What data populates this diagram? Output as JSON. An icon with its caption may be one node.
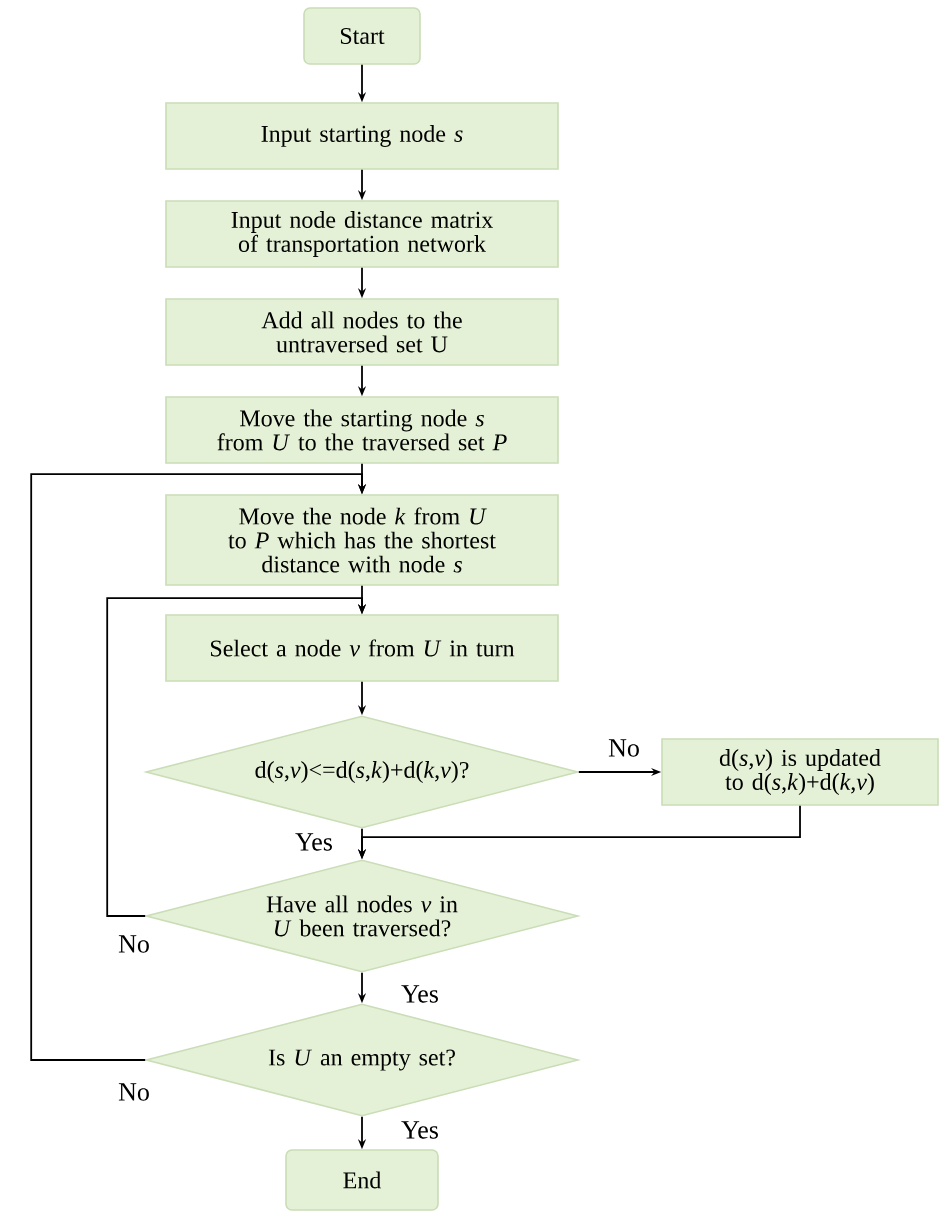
{
  "diagram": {
    "nodes": [
      {
        "text": [
          "Start"
        ]
      },
      {
        "text": [
          "Input  starting node *s*"
        ]
      },
      {
        "text": [
          "Input  node distance matrix of transportation network"
        ]
      },
      {
        "text": [
          "Add all nodes to the untraversed set U"
        ]
      },
      {
        "text": [
          "Move the starting node *s* from *U* to the traversed set *P*"
        ]
      },
      {
        "text": [
          "Move the node *k* from *U* to *P* which has the shortest distance with node *s*"
        ]
      },
      {
        "text": [
          "Select a node *v* from *U* in turn"
        ]
      },
      {
        "text": [
          "d(*s*,*v*)<=d(*s*,*k*)+d(*k*,*v*)?"
        ]
      },
      {
        "text": [
          "d(*s*,*v*) is updated to d(*s*,*k*)+d(*k*,*v*)"
        ]
      },
      {
        "text": [
          "Have all nodes *v* in *U* been traversed?"
        ]
      },
      {
        "text": [
          "Is *U* an empty set?"
        ]
      },
      {
        "text": [
          "End"
        ]
      }
    ],
    "edges": [
      {
        "from": 0,
        "to": 1,
        "arrow": "to"
      },
      {
        "from": 1,
        "to": 2,
        "arrow": "to"
      },
      {
        "from": 2,
        "to": 3,
        "arrow": "to"
      },
      {
        "from": 3,
        "to": 4,
        "arrow": "to"
      },
      {
        "from": 4,
        "to": 5,
        "arrow": "to"
      },
      {
        "from": 5,
        "to": 6,
        "arrow": "to"
      },
      {
        "from": 6,
        "to": 7,
        "arrow": "to"
      },
      {
        "from": 7,
        "to": 8,
        "arrow": "to",
        "label": "No"
      },
      {
        "from": 7,
        "to": 9,
        "arrow": "to",
        "label": "Yes"
      },
      {
        "from": 8,
        "to": 9,
        "arrow": "to"
      },
      {
        "from": 9,
        "to": 6,
        "arrow": "to",
        "label": "No"
      },
      {
        "from": 9,
        "to": 10,
        "arrow": "to",
        "label": "Yes"
      },
      {
        "from": 10,
        "to": 5,
        "arrow": "to",
        "label": "No"
      },
      {
        "from": 10,
        "to": 11,
        "arrow": "to",
        "label": "Yes"
      }
    ]
  }
}
